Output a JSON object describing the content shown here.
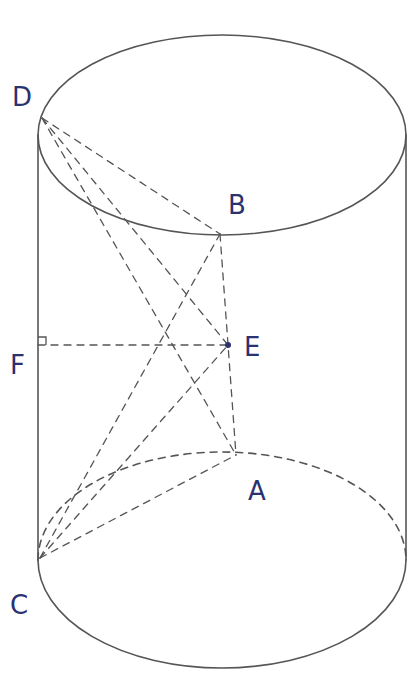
{
  "diagram": {
    "labels": [
      "D",
      "B",
      "F",
      "E",
      "A",
      "C"
    ]
  }
}
